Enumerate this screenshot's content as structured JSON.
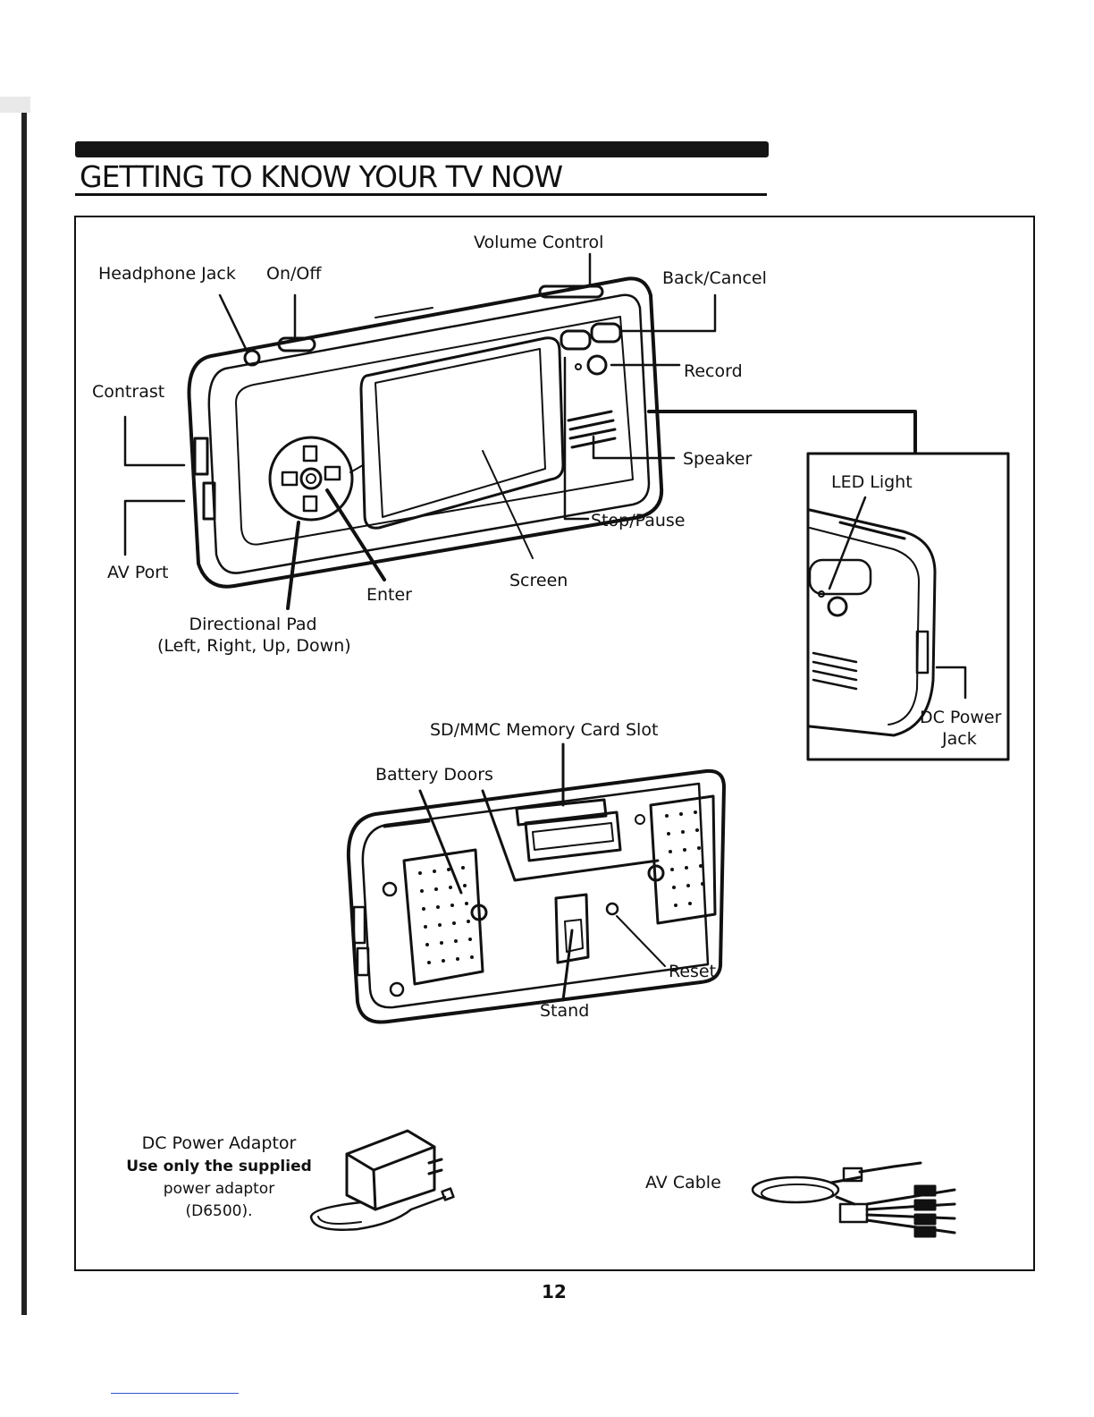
{
  "page": {
    "title": "GETTING TO KNOW YOUR TV NOW",
    "page_number": "12"
  },
  "front_view": {
    "labels": {
      "volume_control": "Volume Control",
      "headphone_jack": "Headphone Jack",
      "on_off": "On/Off",
      "back_cancel": "Back/Cancel",
      "record": "Record",
      "contrast": "Contrast",
      "speaker": "Speaker",
      "stop_pause": "Stop/Pause",
      "av_port": "AV Port",
      "enter": "Enter",
      "screen": "Screen",
      "directional_pad": "Directional Pad",
      "directional_pad_detail": "(Left, Right, Up, Down)"
    }
  },
  "side_view": {
    "labels": {
      "led_light": "LED Light",
      "dc_power_jack_line1": "DC Power",
      "dc_power_jack_line2": "Jack"
    }
  },
  "back_view": {
    "labels": {
      "memory_card_slot": "SD/MMC Memory Card Slot",
      "battery_doors": "Battery Doors",
      "reset": "Reset",
      "stand": "Stand"
    }
  },
  "accessories": {
    "adaptor_title": "DC Power Adaptor",
    "adaptor_note_line1": "Use only the supplied",
    "adaptor_note_line2": "power adaptor",
    "adaptor_note_line3": "(D6500).",
    "av_cable": "AV Cable"
  }
}
